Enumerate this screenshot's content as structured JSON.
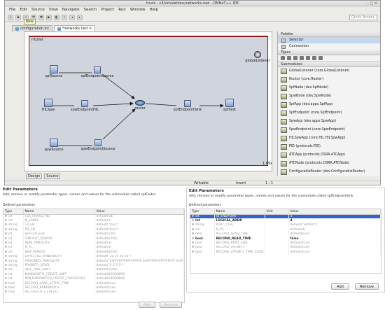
{
  "window": {
    "title": "trunk - v3/simulations/networks.ned - OMNeT++ IDE"
  },
  "menu": [
    "File",
    "Edit",
    "Source",
    "View",
    "Navigate",
    "Search",
    "Project",
    "Run",
    "Window",
    "Help"
  ],
  "toolbar": {
    "new_tooltip": "New",
    "quick_access": "Quick Access"
  },
  "editor_tabs": [
    {
      "label": "configuration.ini"
    },
    {
      "label": "*networks.ned"
    }
  ],
  "canvas": {
    "module_name": "HILNet",
    "zoom": "1.69x",
    "nodes": [
      {
        "id": "spfSource",
        "label": "spfSource",
        "icon": "host-icon"
      },
      {
        "id": "spfEndpointSource",
        "label": "spfEndpointSource",
        "icon": "endpoint-icon"
      },
      {
        "id": "globalListener",
        "label": "globalListener",
        "icon": "listener-icon"
      },
      {
        "id": "HILSpw",
        "label": "HILSpw",
        "icon": "host-icon"
      },
      {
        "id": "spwEndpointHIL",
        "label": "spwEndpointHIL",
        "icon": "endpoint-icon"
      },
      {
        "id": "router",
        "label": "router",
        "icon": "router-icon"
      },
      {
        "id": "spfEndpointSink",
        "label": "spfEndpointSink",
        "icon": "endpoint-icon"
      },
      {
        "id": "spfSink",
        "label": "spfSink",
        "icon": "host-icon"
      },
      {
        "id": "spwSource",
        "label": "spwSource",
        "icon": "host-icon"
      },
      {
        "id": "spwEndpointSource",
        "label": "spwEndpointSource",
        "icon": "endpoint-icon"
      }
    ],
    "bottom_tabs": [
      "Design",
      "Source"
    ]
  },
  "statusbar": {
    "writable": "Writable",
    "insert": "Insert",
    "pos": "1 : 1"
  },
  "palette": {
    "title": "Palette",
    "tools": [
      "Selector",
      "Connection"
    ],
    "types_title": "Types",
    "submodules_title": "Submodules",
    "submodules": [
      "GlobalListener (core.GlobalListener)",
      "Router (core.Router)",
      "SpfNode (dev.SpfNode)",
      "SpwNode (dev.SpwNode)",
      "SpfApp (dev.apps.SpfApp)",
      "SpfEndpoint (core.SpfEndpoint)",
      "SpwApp (dev.apps.SpwApp)",
      "SpwEndpoint (core.SpwEndpoint)",
      "HILSpwApp (core.HIL.HILSpwApp)",
      "PID (protocols.PID)",
      "ATCApp (protocols.OSRA.ATCApp)",
      "ATCNode (protocols.OSRA.ATCNode)",
      "ConfigurableRouter (dev.ConfigurableRouter)"
    ]
  },
  "left_panel": {
    "title": "Edit Parameters",
    "desc": "Add, remove or modify parameter types, names and values for the submodule called spfCodec",
    "label": "Defined parameters",
    "headers": [
      "Type",
      "Name",
      "Value"
    ],
    "rows": [
      [
        "int",
        "CLK_PERIOD_NS",
        "default(18)"
      ],
      [
        "int",
        "N_LANES",
        "default(1)"
      ],
      [
        "string",
        "TX_EN",
        "default(\"true\")"
      ],
      [
        "string",
        "RX_EN",
        "default(\"true\")"
      ],
      [
        "int",
        "BUFFER_SIZE",
        "default(256)"
      ],
      [
        "int",
        "TIMEOUT_PERIOD",
        "default(6250)"
      ],
      [
        "int",
        "NUM_TIMEOUTS",
        "default(3)"
      ],
      [
        "int",
        "N_VC",
        "default(4)"
      ],
      [
        "int",
        "SKIP_PERIOD",
        "default(6250)"
      ],
      [
        "string",
        "EXPECTED_BANDWIDTH",
        "default(\"10 10 10 10\")"
      ],
      [
        "string",
        "ASSIGNED_TIMESLOTS",
        "default(\"0xFFFFFFFFFFFFFFFF 0xFFFFFFFFFFFFFFFF 0xFFFFFFFFFFF"
      ],
      [
        "string",
        "PRIORITY_LEVEL",
        "default(\"5 5 5 5\")"
      ],
      [
        "int",
        "IDLE_TIME_LIMIT",
        "default(2500)"
      ],
      [
        "int",
        "BANDWIDTH_CREDIT_LIMIT",
        "default(62500000)"
      ],
      [
        "int",
        "MIN_BANDWIDTH_CREDIT_THRESHOLD",
        "default(10656864)"
      ],
      [
        "bool",
        "RECORD_LANE_ACTIVE_TIME",
        "default(true)"
      ],
      [
        "bool",
        "RECORD_BANDWIDTH",
        "default(true)"
      ],
      [
        "bool",
        "RECORD_FCT_CREDIT",
        "default(true)"
      ]
    ],
    "add": "Add",
    "remove": "Remove"
  },
  "right_panel": {
    "title": "Edit Parameters",
    "desc": "Add, remove or modify parameter types, names and values for the submodule called spfEndpointSink",
    "label": "Defined parameters",
    "headers": [
      "Type",
      "Name",
      "Unit",
      "Value"
    ],
    "rows": [
      [
        "int",
        "ID_ENDPOINT",
        "",
        "4"
      ],
      [
        "int",
        "LOGICAL_ADDR",
        "",
        "4"
      ],
      [
        "string",
        "PORT_TYPE",
        "",
        "default(\"SpfPort\")"
      ],
      [
        "int",
        "N_VC",
        "",
        "default(4)"
      ],
      [
        "bool",
        "RECORD_SEND_TIME",
        "",
        "default(true)"
      ],
      [
        "bool",
        "RECORD_READ_TIME",
        "",
        "false"
      ],
      [
        "bool",
        "RECORD_READ_SIZE",
        "",
        "default(true)"
      ],
      [
        "bool",
        "RECORD_LATENCY",
        "",
        "default(true)"
      ],
      [
        "bool",
        "RECORD_LATENCY_TIME_CODE",
        "",
        "default(true)"
      ]
    ],
    "add": "Add",
    "remove": "Remove"
  }
}
